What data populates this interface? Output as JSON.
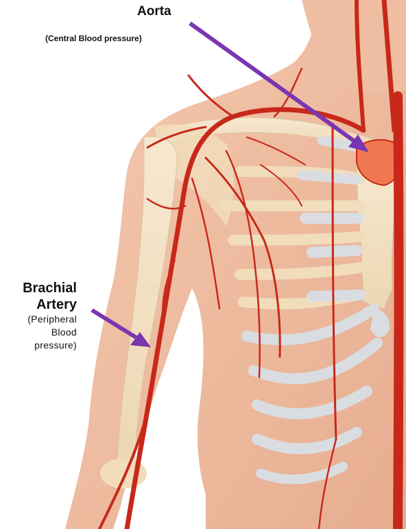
{
  "labels": {
    "aorta": {
      "title": "Aorta",
      "subtitle": "(Central Blood pressure)"
    },
    "brachial": {
      "title_line1": "Brachial",
      "title_line2": "Artery",
      "sub_line1": "(Peripheral",
      "sub_line2": "Blood",
      "sub_line3": "pressure)"
    }
  },
  "colors": {
    "skin": "#f2c3a8",
    "skin_shadow": "#e4a98b",
    "bone": "#f3e3c6",
    "cartilage": "#d9dde2",
    "artery": "#c8281a",
    "arrow": "#7a35b0",
    "heart_highlight": "#f07850"
  }
}
